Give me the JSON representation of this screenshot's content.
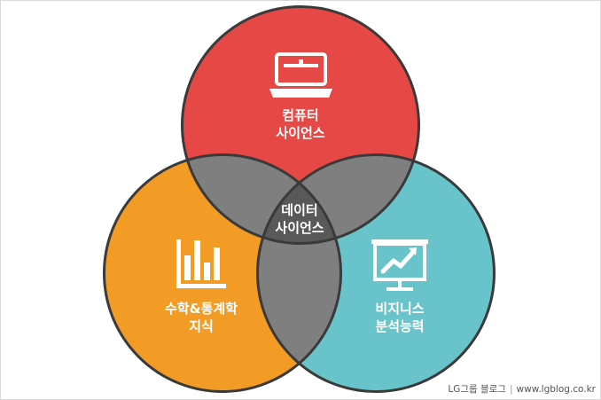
{
  "colors": {
    "computer": "#e64845",
    "math": "#f39c25",
    "business": "#68c4ca",
    "overlap": "#7f7f7f",
    "center": "#595959",
    "outline": "#3a3a3a"
  },
  "circles": {
    "computer": {
      "line1": "컴퓨터",
      "line2": "사이언스",
      "icon": "laptop-icon"
    },
    "math": {
      "line1": "수학&통계학",
      "line2": "지식",
      "icon": "bar-chart-icon"
    },
    "business": {
      "line1": "비지니스",
      "line2": "분석능력",
      "icon": "presentation-board-icon"
    }
  },
  "center": {
    "line1": "데이터",
    "line2": "사이언스"
  },
  "credit": {
    "source": "LG그룹 블로그",
    "url": "www.lgblog.co.kr"
  }
}
